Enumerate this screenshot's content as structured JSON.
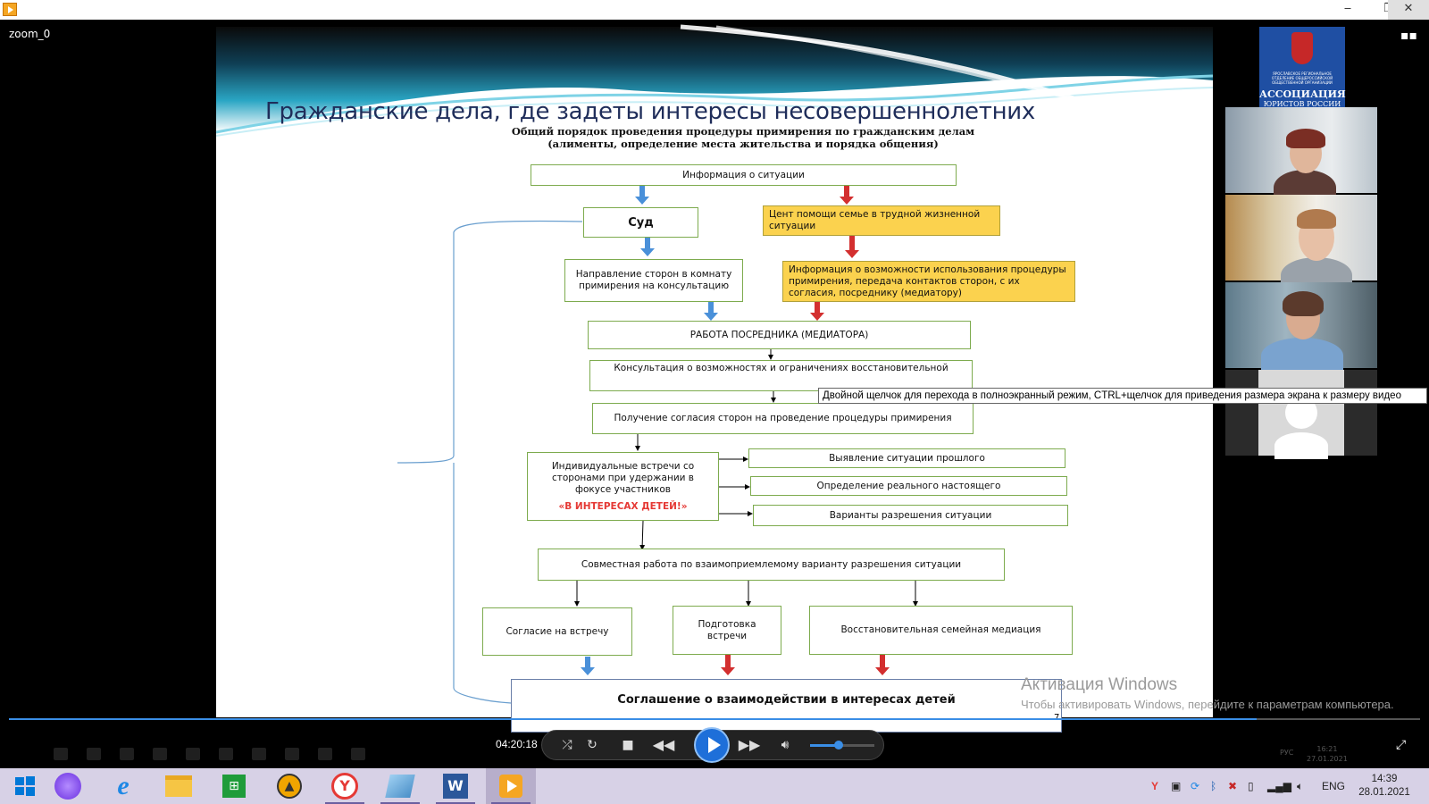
{
  "window": {
    "minimize": "‒",
    "restore": "❐",
    "close": "✕",
    "filename": "zoom_0"
  },
  "slide": {
    "title": "Гражданские дела, где задеты интересы несовершеннолетних",
    "subtitle_line1": "Общий порядок проведения процедуры примирения по гражданским делам",
    "subtitle_line2": "(алименты, определение места жительства и порядка общения)",
    "boxes": {
      "info": "Информация о ситуации",
      "court": "Суд",
      "center": "Цент помощи семье в трудной жизненной ситуации",
      "direction": "Направление сторон в комнату примирения на консультацию",
      "possibility": "Информация о возможности использования процедуры примирения, передача контактов сторон, с их согласия, посреднику (медиатору)",
      "mediator_work": "РАБОТА ПОСРЕДНИКА (МЕДИАТОРА)",
      "consultation": "Консультация о возможностях и ограничениях восстановительной",
      "consent": "Получение согласия сторон на проведение процедуры примирения",
      "individual": "Индивидуальные встречи со сторонами при удержании в фокусе участников",
      "children": "«В ИНТЕРЕСАХ ДЕТЕЙ!»",
      "past": "Выявление ситуации прошлого",
      "present": "Определение реального настоящего",
      "variants": "Варианты разрешения ситуации",
      "joint": "Совместная работа по взаимоприемлемому варианту разрешения ситуации",
      "agree_meeting": "Согласие на встречу",
      "prep_meeting": "Подготовка встречи",
      "family_mediation": "Восстановительная семейная медиация",
      "agreement": "Соглашение о взаимодействии в интересах детей"
    },
    "page_number": "7"
  },
  "participants": {
    "logo_small": "ЯРОСЛАВСКОЕ РЕГИОНАЛЬНОЕ ОТДЕЛЕНИЕ ОБЩЕРОССИЙСКОЙ ОБЩЕСТВЕННОЙ ОРГАНИЗАЦИИ",
    "logo_big": "АССОЦИАЦИЯ",
    "logo_big2": "ЮРИСТОВ РОССИИ"
  },
  "tooltip": "Двойной щелчок для перехода в полноэкранный режим, CTRL+щелчок для приведения размера экрана к размеру видео",
  "activation": {
    "line1": "Активация Windows",
    "line2": "Чтобы активировать Windows, перейдите к параметрам компьютера."
  },
  "player": {
    "time": "04:20:18",
    "progress": 0.884,
    "volume": 0.45
  },
  "ghost_clock": {
    "time": "16:21",
    "date": "27.01.2021",
    "lang": "РУС"
  },
  "taskbar": {
    "lang": "ENG",
    "time": "14:39",
    "date": "28.01.2021"
  },
  "colors": {
    "accent": "#1e6fd9",
    "box_border": "#7dab4e",
    "yellow": "#fbd24e",
    "arrow_blue": "#4a90d9",
    "arrow_red": "#d32f2f"
  }
}
